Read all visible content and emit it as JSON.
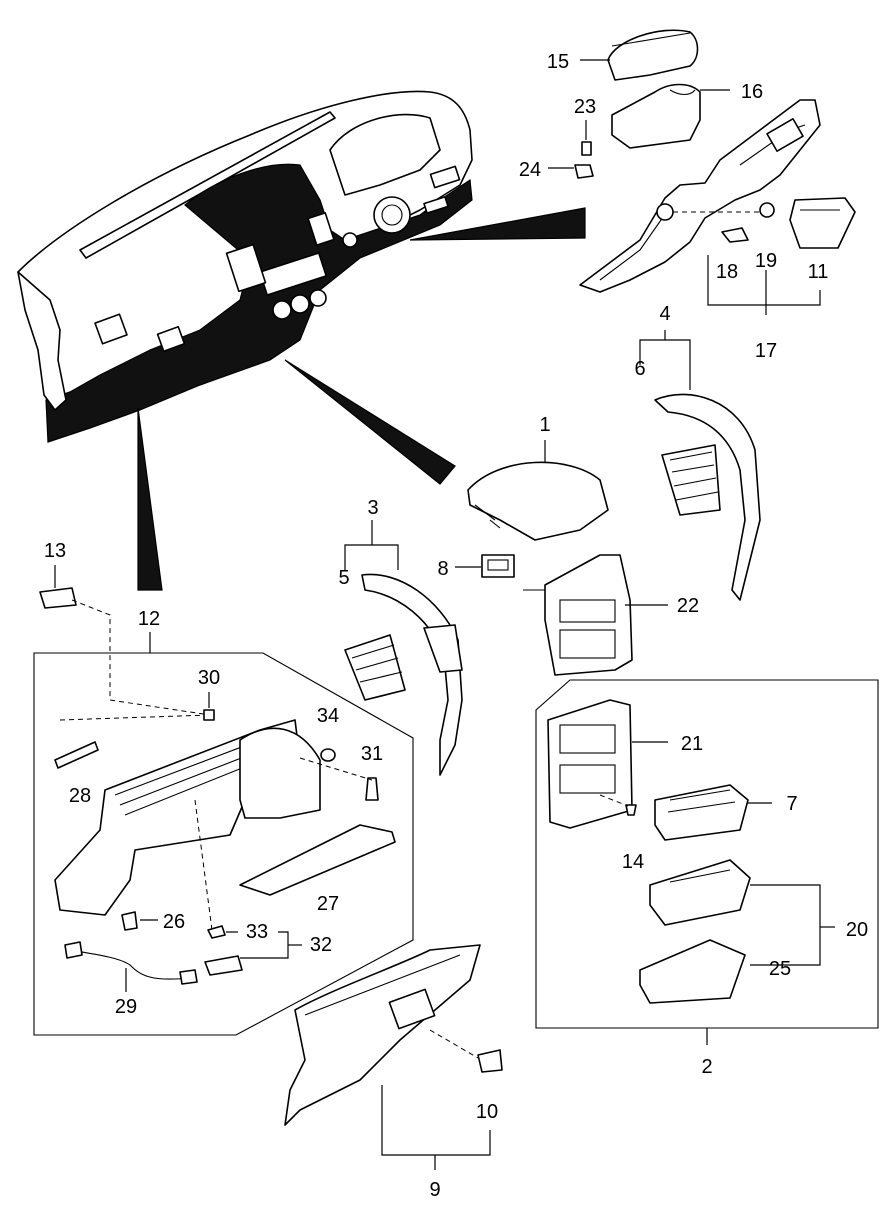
{
  "diagram": {
    "title": "Instrument panel / crash pad assembly – exploded parts view",
    "labels": {
      "p1": "1",
      "p2": "2",
      "p3": "3",
      "p4": "4",
      "p5": "5",
      "p6": "6",
      "p7": "7",
      "p8": "8",
      "p9": "9",
      "p10": "10",
      "p11": "11",
      "p12": "12",
      "p13": "13",
      "p14": "14",
      "p15": "15",
      "p16": "16",
      "p17": "17",
      "p18": "18",
      "p19": "19",
      "p20": "20",
      "p21": "21",
      "p22": "22",
      "p23": "23",
      "p24": "24",
      "p25": "25",
      "p26": "26",
      "p27": "27",
      "p28": "28",
      "p29": "29",
      "p30": "30",
      "p31": "31",
      "p32": "32",
      "p33": "33",
      "p34": "34"
    },
    "colors": {
      "ink": "#000000",
      "paper": "#ffffff",
      "fill_dark": "#111111"
    }
  }
}
